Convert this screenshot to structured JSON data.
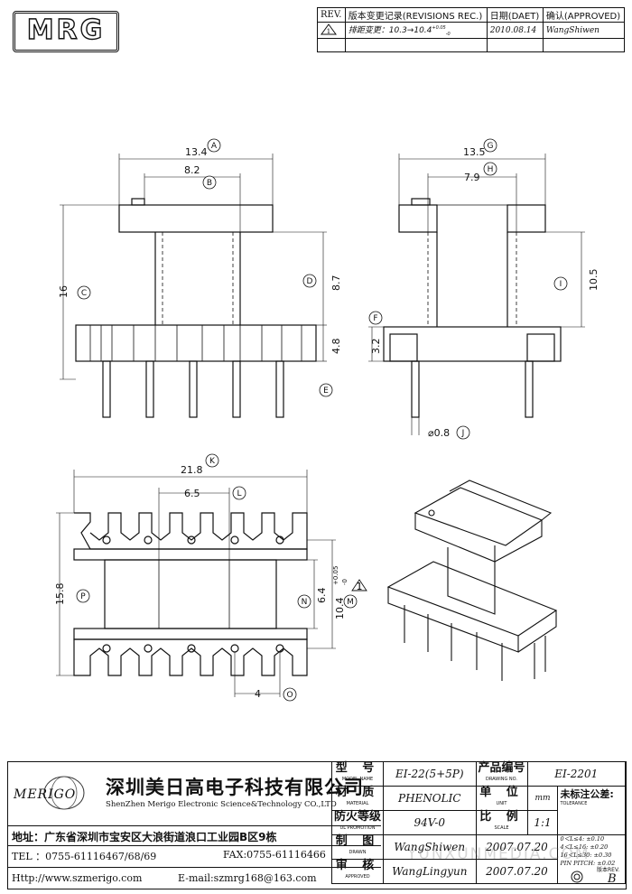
{
  "logo": {
    "text": "MRG"
  },
  "revision_table": {
    "headers": [
      "REV.",
      "版本变更记录(REVISIONS REC.)",
      "日期(DAET)",
      "确认(APPROVED)"
    ],
    "rows": [
      {
        "rev": "1",
        "desc": "排距变更：10.3→10.4",
        "tol_up": "+0.05",
        "tol_down": "-0",
        "date": "2010.08.14",
        "approved": "WangShiwen"
      },
      {
        "rev": "",
        "desc": "",
        "date": "",
        "approved": ""
      }
    ]
  },
  "dimensions": {
    "A": "13.4",
    "B": "8.2",
    "C": "16",
    "D": "8.7",
    "E": "4.8",
    "G": "13.5",
    "H": "7.9",
    "I": "10.5",
    "F": "3.2",
    "J": "⌀0.8",
    "K": "21.8",
    "L": "6.5",
    "P": "15.8",
    "N": "6.4",
    "M": "10.4",
    "M_tol_up": "+0.05",
    "M_tol_down": "-0",
    "O": "4"
  },
  "bubbles": [
    "A",
    "B",
    "C",
    "D",
    "E",
    "F",
    "G",
    "H",
    "I",
    "J",
    "K",
    "L",
    "M",
    "N",
    "O",
    "P"
  ],
  "revision_marker": "1",
  "title_block": {
    "brand": "MERIGO",
    "company_cn": "深圳美日高电子科技有限公司",
    "company_en": "ShenZhen Merigo Electronic Science&Technology CO.,LTD",
    "address": "地址：广东省深圳市宝安区大浪街道浪口工业园B区9栋",
    "tel": "TEL ：0755-61116467/68/69",
    "fax": "FAX:0755-61116466",
    "http": "Http://www.szmerigo.com",
    "email": "E-mail:szmrg168@163.com",
    "model_label": "型  号",
    "model_sub": "MODEL NAME",
    "model_value": "EI-22(5+5P)",
    "material_label": "材  质",
    "material_sub": "MATERIAL",
    "material_value": "PHENOLIC",
    "flame_label": "防火等级",
    "flame_sub": "UL PROMOTION",
    "flame_value": "94V-0",
    "drawn_label": "制  图",
    "drawn_sub": "DRAWN",
    "drawn_value": "WangShiwen",
    "audit_label": "审  核",
    "audit_sub": "APPROVED",
    "audit_value": "WangLingyun",
    "drawing_no_label": "产品编号",
    "drawing_no_sub": "DRAWING NO.",
    "drawing_no_value": "EI-2201",
    "unit_label": "单  位",
    "unit_sub": "UNIT",
    "unit_value": "mm",
    "scale_label": "比  例",
    "scale_sub": "SCALE",
    "scale_value": "1:1",
    "drawn_date": "2007.07.20",
    "audit_date": "2007.07.20",
    "tolerance_label": "未标注公差:",
    "tolerance_sub": "TOLERANCE",
    "tolerances": [
      "0＜L≤4:  ±0.10",
      "4＜L≤16: ±0.20",
      "16＜L≤30: ±0.30",
      "PIN PITCH: ±0.02"
    ],
    "rev_label": "版本REV.",
    "rev_value": "B",
    "watermark": "YUNXUNMEDIA.COM"
  }
}
